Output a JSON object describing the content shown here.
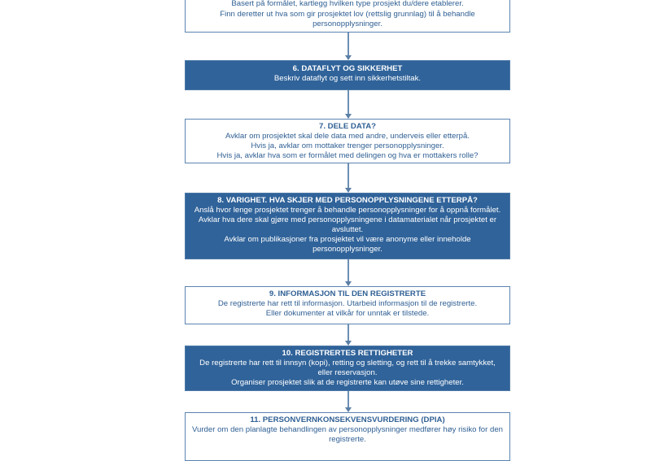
{
  "steps": [
    {
      "title": "",
      "lines": [
        "Basert på formålet, kartlegg hvilken type prosjekt du/dere etablerer.",
        "Finn deretter ut hva som gir prosjektet lov (rettslig grunnlag) til å behandle",
        "personopplysninger."
      ],
      "style": "light"
    },
    {
      "title": "6. DATAFLYT OG SIKKERHET",
      "lines": [
        "Beskriv dataflyt og sett inn sikkerhetstiltak."
      ],
      "style": "dark"
    },
    {
      "title": "7. DELE DATA?",
      "lines": [
        "Avklar om prosjektet skal dele data med andre, underveis eller etterpå.",
        "Hvis ja, avklar om mottaker trenger personopplysninger.",
        "Hvis ja, avklar hva som er formålet med delingen og hva er mottakers rolle?"
      ],
      "style": "light"
    },
    {
      "title": "8. VARIGHET. HVA SKJER MED PERSONOPPLYSNINGENE ETTERPÅ?",
      "lines": [
        "Anslå hvor lenge prosjektet trenger å behandle personopplysninger for å oppnå formålet.",
        "Avklar hva dere skal gjøre med personopplysningene i datamaterialet når prosjektet er",
        "avsluttet.",
        "Avklar om publikasjoner fra prosjektet vil være anonyme eller inneholde",
        "personopplysninger."
      ],
      "style": "dark"
    },
    {
      "title": "9. INFORMASJON TIL DEN REGISTRERTE",
      "lines": [
        "De registrerte har rett til informasjon. Utarbeid informasjon til de registrerte.",
        "Eller dokumenter at vilkår for unntak er tilstede."
      ],
      "style": "light"
    },
    {
      "title": "10. REGISTRERTES RETTIGHETER",
      "lines": [
        "De registrerte har rett til innsyn (kopi), retting og sletting, og rett til å trekke samtykket,",
        "eller reservasjon.",
        "Organiser prosjektet slik at de registrerte kan utøve sine rettigheter."
      ],
      "style": "dark"
    },
    {
      "title": "11. PERSONVERNKONSEKVENSVURDERING (DPIA)",
      "lines": [
        "Vurder om den planlagte behandlingen av personopplysninger medfører høy risiko for den",
        "registrerte."
      ],
      "style": "light"
    }
  ],
  "colors": {
    "dark_fill": "#30639a",
    "border": "#5b84b1",
    "light_text": "#2f5f93"
  }
}
